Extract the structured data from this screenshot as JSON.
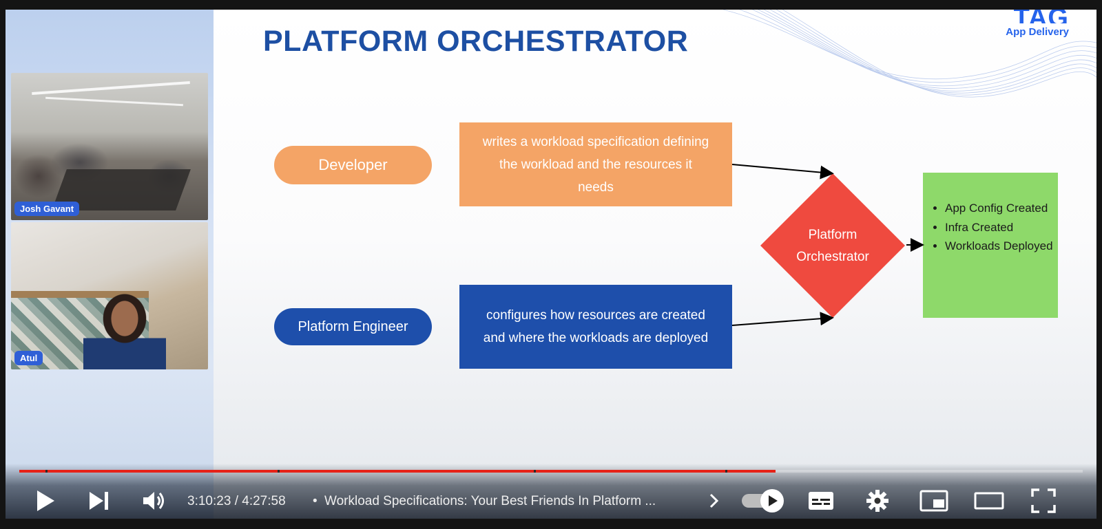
{
  "slide": {
    "title": "PLATFORM ORCHESTRATOR",
    "logo_text": "TAG",
    "logo_subtext": "App Delivery",
    "developer_label": "Developer",
    "developer_desc": "writes a workload specification defining the workload and the resources it needs",
    "engineer_label": "Platform Engineer",
    "engineer_desc": "configures how resources are created and where the workloads are deployed",
    "orchestrator_label": "Platform Orchestrator",
    "results": [
      "App Config Created",
      "Infra Created",
      "Workloads Deployed"
    ],
    "colors": {
      "title": "#1d4fa3",
      "orange": "#f4a466",
      "blue": "#1e4fab",
      "diamond": "#ef4a3f",
      "green": "#8ed96a"
    }
  },
  "participants": [
    {
      "name": "Josh Gavant"
    },
    {
      "name": "Atul"
    }
  ],
  "player": {
    "progress_fraction": 0.711,
    "current_time": "3:10:23",
    "duration": "4:27:58",
    "separator": "/",
    "title": "Workload Specifications: Your Best Friends In Platform ...",
    "icons": [
      "play-icon",
      "next-icon",
      "volume-icon",
      "chevron-right-icon",
      "autoplay-toggle-icon",
      "captions-icon",
      "settings-icon",
      "miniplayer-icon",
      "theater-icon",
      "fullscreen-icon"
    ],
    "accent": "#e62117"
  }
}
